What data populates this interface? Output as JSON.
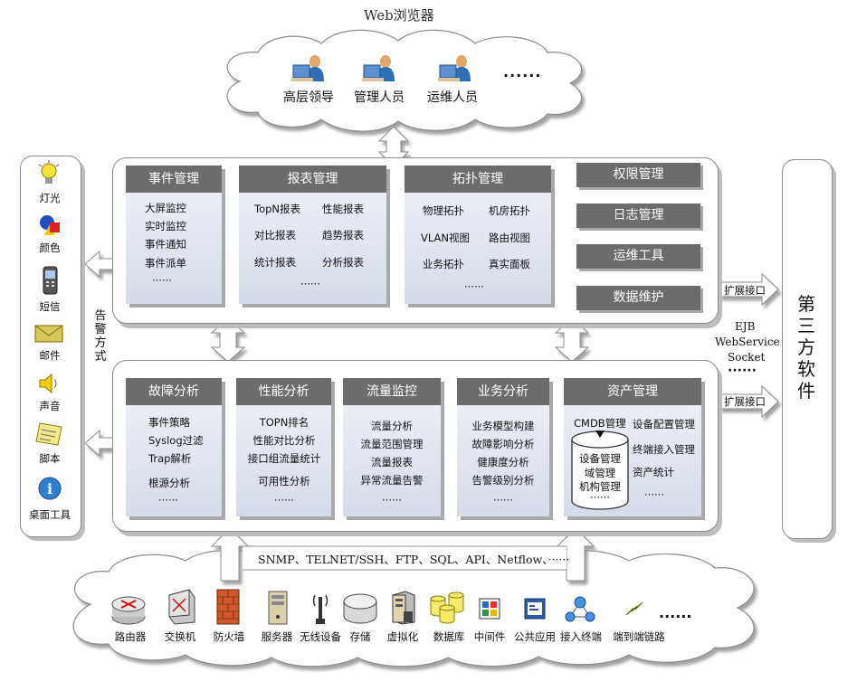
{
  "browser": {
    "title": "Web浏览器",
    "users": [
      "高层领导",
      "管理人员",
      "运维人员"
    ],
    "more": "······"
  },
  "alert_methods": {
    "label": "告警方式",
    "items": [
      {
        "label": "灯光",
        "icon": "lightbulb-icon"
      },
      {
        "label": "颜色",
        "icon": "color-shapes-icon"
      },
      {
        "label": "短信",
        "icon": "mobile-phone-icon"
      },
      {
        "label": "邮件",
        "icon": "envelope-icon"
      },
      {
        "label": "声音",
        "icon": "speaker-icon"
      },
      {
        "label": "脚本",
        "icon": "script-note-icon"
      },
      {
        "label": "桌面工具",
        "icon": "info-icon"
      }
    ]
  },
  "top_panel": {
    "modules": [
      {
        "title": "事件管理",
        "items": [
          "大屏监控",
          "实时监控",
          "事件通知",
          "事件派单",
          "······"
        ]
      },
      {
        "title": "报表管理",
        "items": [
          "TopN报表",
          "性能报表",
          "对比报表",
          "趋势报表",
          "统计报表",
          "分析报表",
          "······"
        ]
      },
      {
        "title": "拓扑管理",
        "items": [
          "物理拓扑",
          "机房拓扑",
          "VLAN视图",
          "路由视图",
          "业务拓扑",
          "真实面板",
          "······"
        ]
      }
    ],
    "side_items": [
      "权限管理",
      "日志管理",
      "运维工具",
      "数据维护"
    ],
    "ext_label": "扩展接口"
  },
  "bottom_panel": {
    "modules": [
      {
        "title": "故障分析",
        "items": [
          "事件策略",
          "Syslog过滤",
          "Trap解析",
          "根源分析",
          "······"
        ]
      },
      {
        "title": "性能分析",
        "items": [
          "TOPN排名",
          "性能对比分析",
          "接口组流量统计",
          "可用性分析",
          "······"
        ]
      },
      {
        "title": "流量监控",
        "items": [
          "流量分析",
          "流量范围管理",
          "流量报表",
          "异常流量告警",
          "······"
        ]
      },
      {
        "title": "业务分析",
        "items": [
          "业务模型构建",
          "故障影响分析",
          "健康度分析",
          "告警级别分析",
          "······"
        ]
      },
      {
        "title": "资产管理",
        "cmdb": "CMDB管理",
        "cylinder_items": [
          "设备管理",
          "域管理",
          "机构管理",
          "······"
        ],
        "items": [
          "设备配置管理",
          "终端接入管理",
          "资产统计",
          "······"
        ]
      }
    ],
    "ext_label": "扩展接口"
  },
  "third_party": {
    "title": "第三方软件",
    "protocols": [
      "EJB",
      "WebService",
      "Socket",
      "······"
    ]
  },
  "protocol_bar": "SNMP、TELNET/SSH、FTP、SQL、API、Netflow、······",
  "devices": [
    {
      "label": "路由器",
      "icon": "router-icon"
    },
    {
      "label": "交换机",
      "icon": "switch-icon"
    },
    {
      "label": "防火墙",
      "icon": "firewall-icon"
    },
    {
      "label": "服务器",
      "icon": "server-icon"
    },
    {
      "label": "无线设备",
      "icon": "wireless-icon"
    },
    {
      "label": "存储",
      "icon": "storage-icon"
    },
    {
      "label": "虚拟化",
      "icon": "virtualization-icon"
    },
    {
      "label": "数据库",
      "icon": "database-icon"
    },
    {
      "label": "中间件",
      "icon": "middleware-icon"
    },
    {
      "label": "公共应用",
      "icon": "public-app-icon"
    },
    {
      "label": "接入终端",
      "icon": "access-terminal-icon"
    },
    {
      "label": "端到端链路",
      "icon": "end-to-end-link-icon"
    }
  ],
  "devices_more": "······"
}
